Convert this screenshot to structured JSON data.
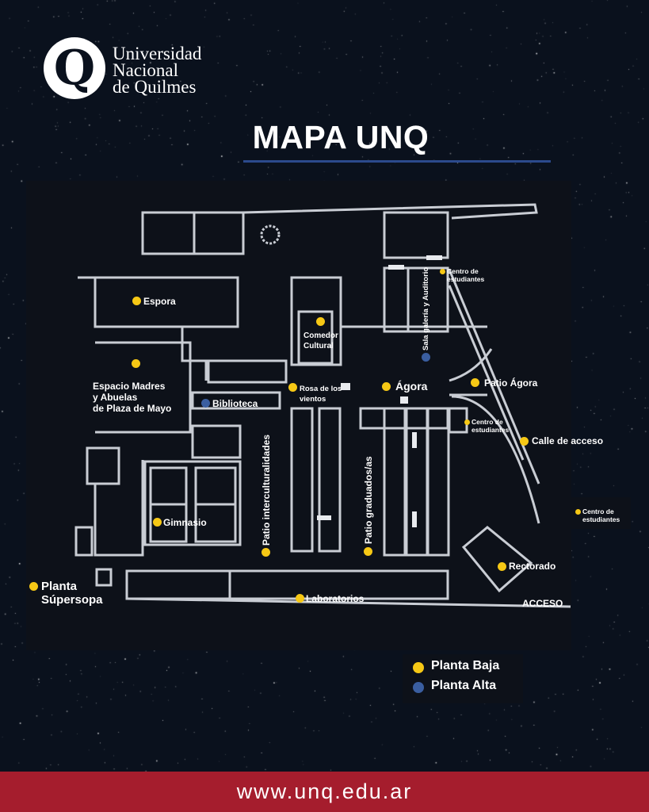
{
  "logo": {
    "monogram": "Q",
    "lines": [
      "Universidad",
      "Nacional",
      "de Quilmes"
    ]
  },
  "title": "MAPA UNQ",
  "places": {
    "espora": "Espora",
    "madres": [
      "Espacio Madres",
      "y Abuelas",
      "de Plaza de Mayo"
    ],
    "biblioteca": "Biblioteca",
    "comedor": [
      "Comedor",
      "Cultural"
    ],
    "rosa": [
      "Rosa de los",
      "vientos"
    ],
    "agora": "Ágora",
    "sala": "Sala galería y Auditorio",
    "centro": [
      "Centro de",
      "estudiantes"
    ],
    "patio_agora": "Patio Ágora",
    "calle": "Calle de acceso",
    "patio_inter": "Patio interculturalidades",
    "patio_grad": "Patio graduados/as",
    "gimnasio": "Gimnasio",
    "rectorado": "Rectorado",
    "supersopa": [
      "Planta",
      "Súpersopa"
    ],
    "laboratorios": "Laboratorios",
    "acceso": "ACCESO"
  },
  "legend": [
    {
      "label": "Planta Baja",
      "color": "#f6c815"
    },
    {
      "label": "Planta Alta",
      "color": "#3a5ea0"
    }
  ],
  "footer": "www.unq.edu.ar"
}
